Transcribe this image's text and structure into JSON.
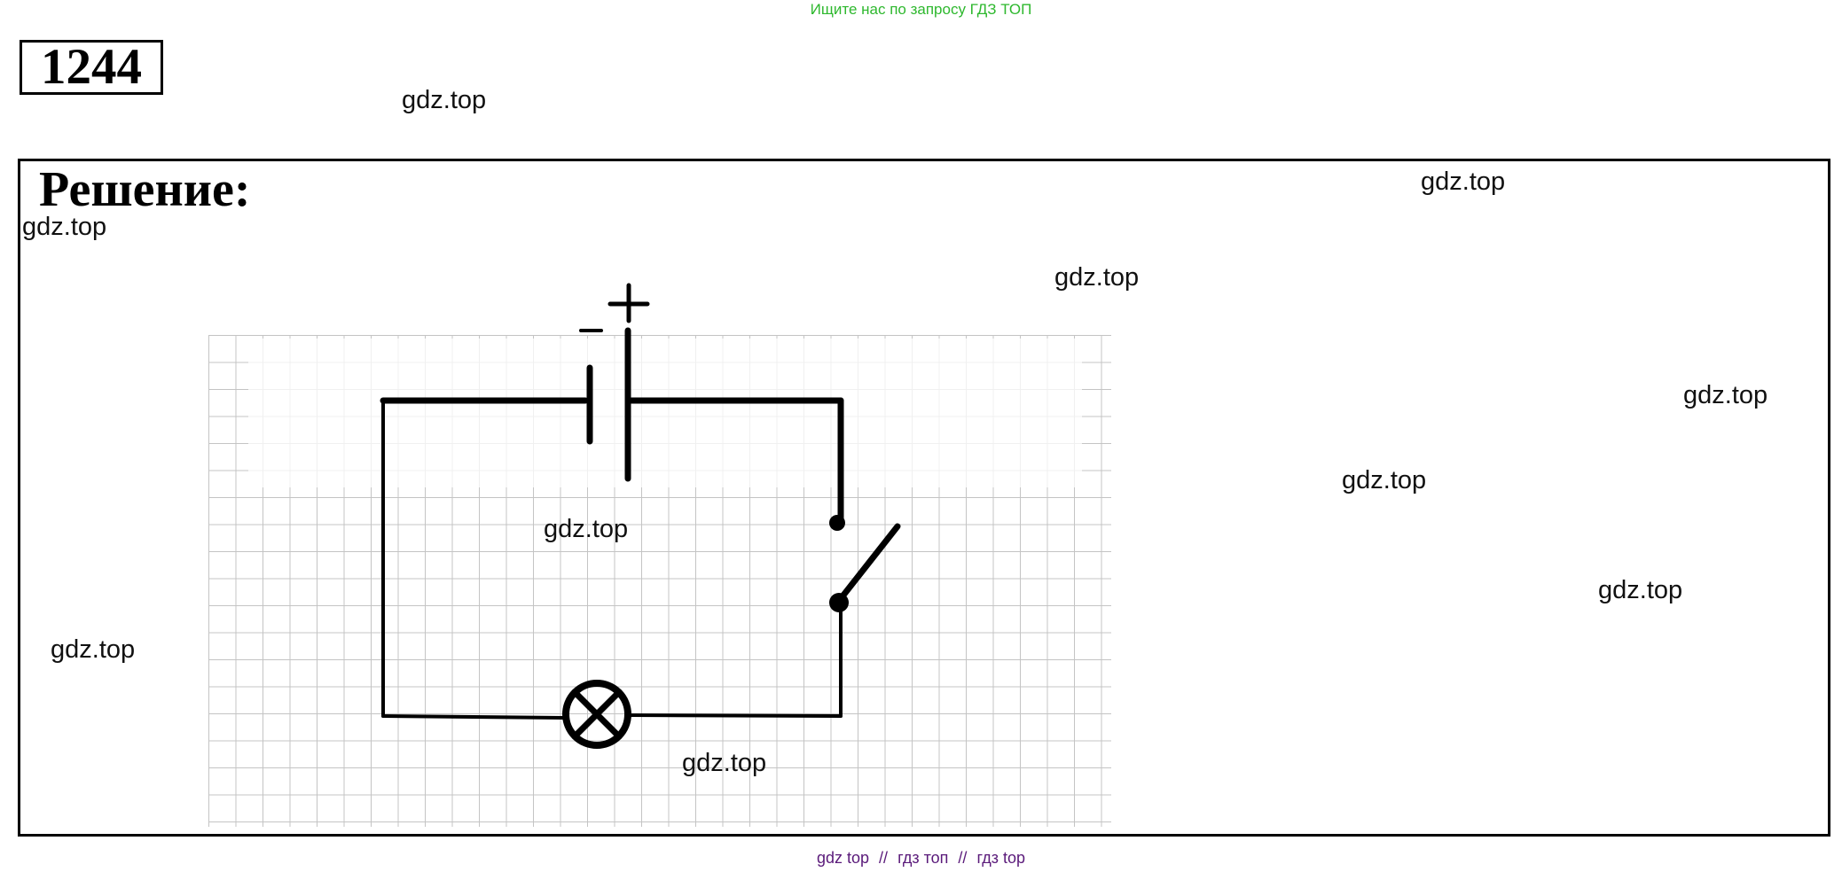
{
  "banner": {
    "text": "Ищите нас по запросу ГДЗ ТОП",
    "color": "#2eb82e"
  },
  "task": {
    "number": "1244"
  },
  "solution": {
    "heading": "Решение:"
  },
  "watermarks": [
    "gdz.top",
    "gdz.top",
    "gdz.top",
    "gdz.top",
    "gdz.top",
    "gdz.top",
    "gdz.top",
    "gdz.top",
    "gdz.top",
    "gdz.top"
  ],
  "circuit": {
    "battery": {
      "minus_label": "–",
      "plus_label": "+"
    },
    "components": [
      "battery",
      "switch",
      "lamp"
    ]
  },
  "footer": {
    "links": [
      "gdz top",
      "гдз топ",
      "гдз top"
    ],
    "separator": "//",
    "color": "#5a1a7a"
  }
}
